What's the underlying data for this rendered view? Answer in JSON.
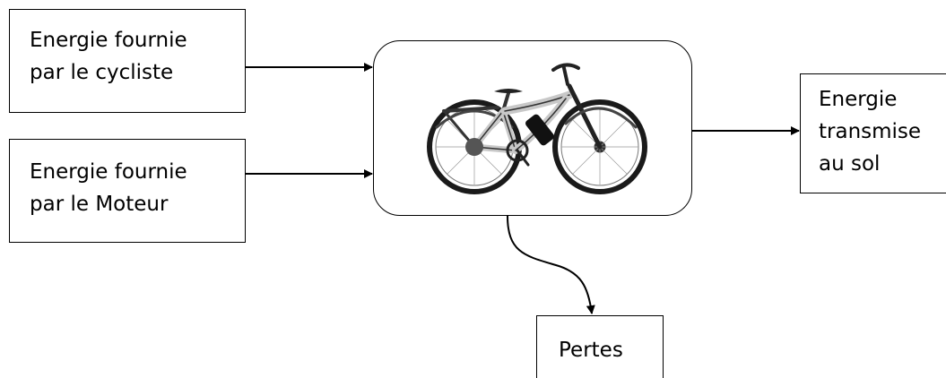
{
  "inputs": {
    "cycliste": "Energie fournie\npar le cycliste",
    "moteur": "Energie fournie\npar le Moteur"
  },
  "outputs": {
    "sol": "Energie\ntransmise\nau sol",
    "pertes": "Pertes"
  },
  "center": {
    "image": "electric-bicycle"
  }
}
